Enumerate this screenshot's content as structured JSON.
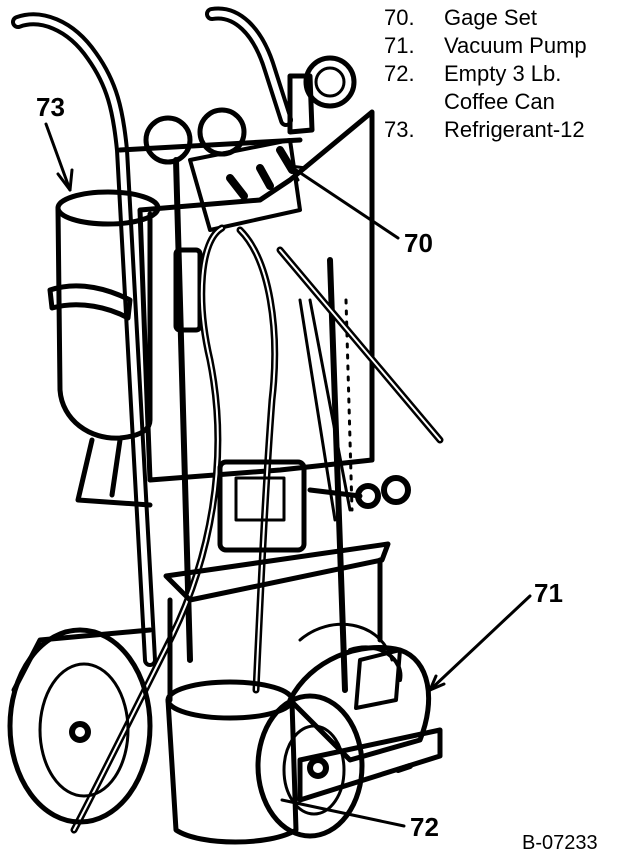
{
  "legend": [
    {
      "num": "70.",
      "text": "Gage Set"
    },
    {
      "num": "71.",
      "text": "Vacuum Pump"
    },
    {
      "num": "72.",
      "text": "Empty 3 Lb."
    },
    {
      "num": "",
      "text": "Coffee Can"
    },
    {
      "num": "73.",
      "text": "Refrigerant-12"
    }
  ],
  "callouts": {
    "c70": "70",
    "c71": "71",
    "c72": "72",
    "c73": "73"
  },
  "figure_id": "B-07233"
}
